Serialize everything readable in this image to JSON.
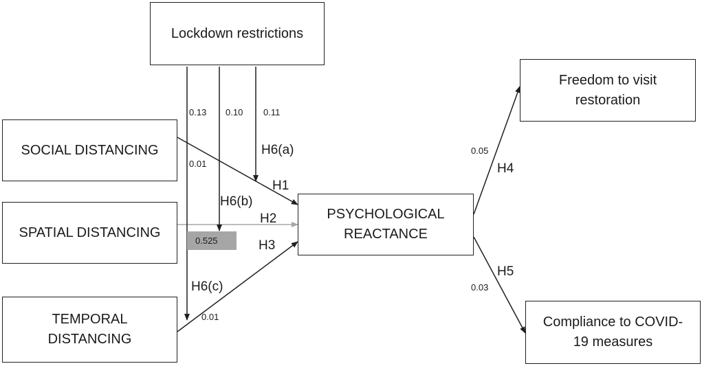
{
  "nodes": {
    "lockdown": "Lockdown restrictions",
    "social": "SOCIAL DISTANCING",
    "spatial": "SPATIAL DISTANCING",
    "temporal": "TEMPORAL\nDISTANCING",
    "reactance": "PSYCHOLOGICAL\nREACTANCE",
    "freedom": "Freedom to visit\nrestoration",
    "compliance": "Compliance to COVID-\n19 measures"
  },
  "hypotheses": {
    "h1": "H1",
    "h2": "H2",
    "h3": "H3",
    "h4": "H4",
    "h5": "H5",
    "h6a": "H6(a)",
    "h6b": "H6(b)",
    "h6c": "H6(c)"
  },
  "coefficients": {
    "mod_c": "0.13",
    "mod_b": "0.10",
    "mod_a": "0.11",
    "social": "0.01",
    "spatial": "0.525",
    "temporal": "0.01",
    "freedom": "0.05",
    "compliance": "0.03"
  },
  "colors": {
    "line": "#1f1f1f",
    "spatial_line": "#a6a6a6",
    "tag_fill": "#a6a6a6"
  }
}
